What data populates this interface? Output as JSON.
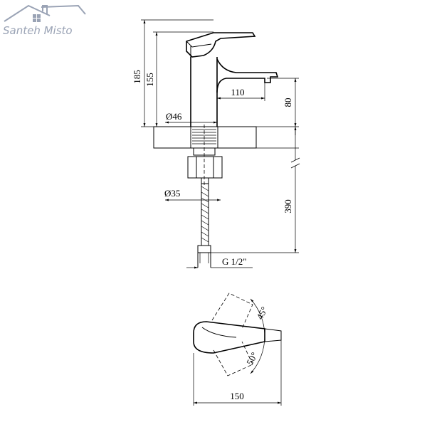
{
  "logo": {
    "text": "Santeh Misto",
    "color": "#9aa3b5"
  },
  "dimensions": {
    "height_total": "185",
    "height_body": "155",
    "spout_reach": "110",
    "spout_height": "80",
    "base_diameter": "Ø46",
    "shank_diameter": "Ø35",
    "hose_length": "390",
    "thread": "G 1/2\"",
    "lever_angle_top": "45°",
    "lever_angle_bottom": "50°",
    "plan_length": "150"
  }
}
